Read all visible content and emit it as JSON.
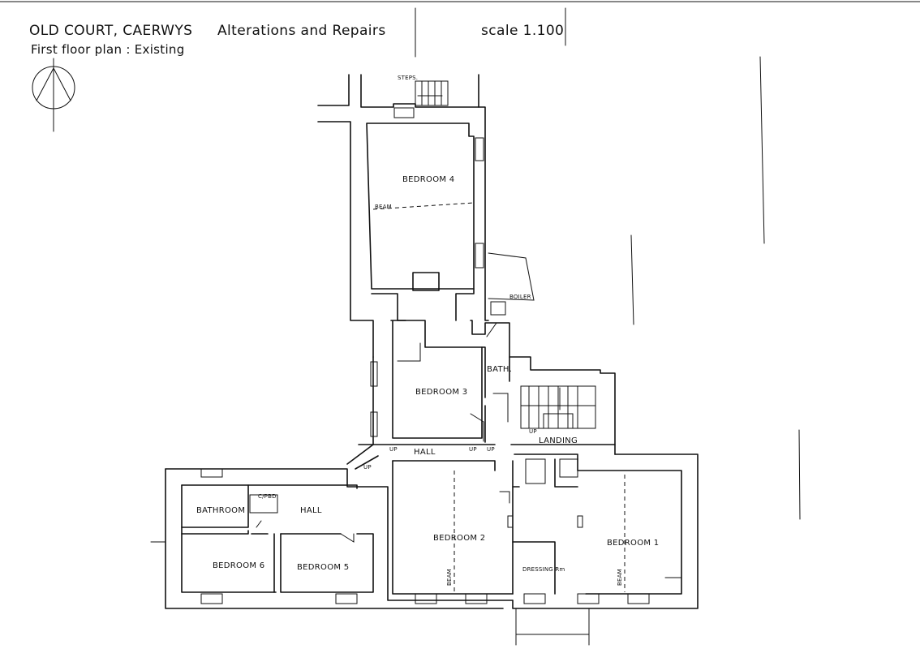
{
  "title_block": {
    "project": "OLD COURT, CAERWYS",
    "subject": "Alterations and Repairs",
    "scale": "scale 1.100",
    "drawing": "First floor plan : Existing"
  },
  "rooms": {
    "bedroom1": "BEDROOM 1",
    "bedroom2": "BEDROOM 2",
    "bedroom3": "BEDROOM 3",
    "bedroom4": "BEDROOM 4",
    "bedroom5": "BEDROOM 5",
    "bedroom6": "BEDROOM 6",
    "bathroom": "BATHROOM",
    "bath": "BATH.",
    "landing": "LANDING",
    "hall_upper": "HALL",
    "hall_lower": "HALL",
    "dressing": "DRESSING Rm",
    "cpbd": "C/PBD"
  },
  "annotations": {
    "steps": "STEPS.",
    "boiler": "BOILER",
    "beam": "BEAM",
    "up": "UP"
  }
}
